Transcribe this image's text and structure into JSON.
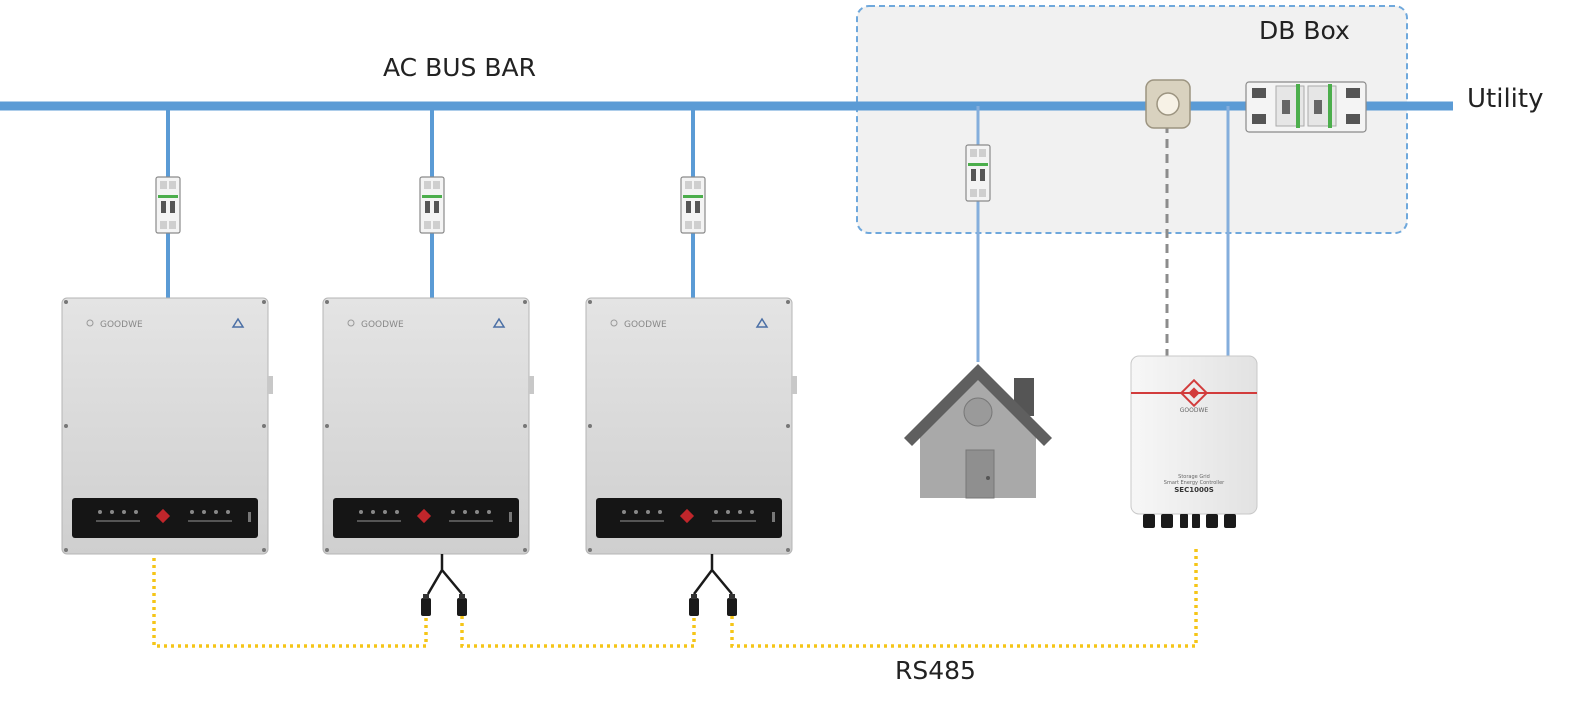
{
  "labels": {
    "ac_bus_bar": "AC BUS BAR",
    "db_box": "DB Box",
    "utility": "Utility",
    "rs485": "RS485"
  },
  "inverters": [
    {
      "brand": "GOODWE"
    },
    {
      "brand": "GOODWE"
    },
    {
      "brand": "GOODWE"
    }
  ],
  "controller": {
    "brand": "GOODWE",
    "line1": "Storage Grid",
    "line2": "Smart Energy Controller",
    "model": "SEC1000S"
  },
  "colors": {
    "ac_line": "#5b9bd5",
    "rs485_line": "#f5c518",
    "ct_line": "#8c8c8c",
    "db_box_border": "#6fa8dc",
    "db_box_fill": "#f1f1f1",
    "controller_accent": "#d23c3c",
    "inverter_led": "#c0262b"
  },
  "icons": [
    "breaker-icon",
    "current-transformer-icon",
    "house-icon",
    "inverter-icon",
    "smart-controller-icon",
    "rs485-connector-icon"
  ]
}
